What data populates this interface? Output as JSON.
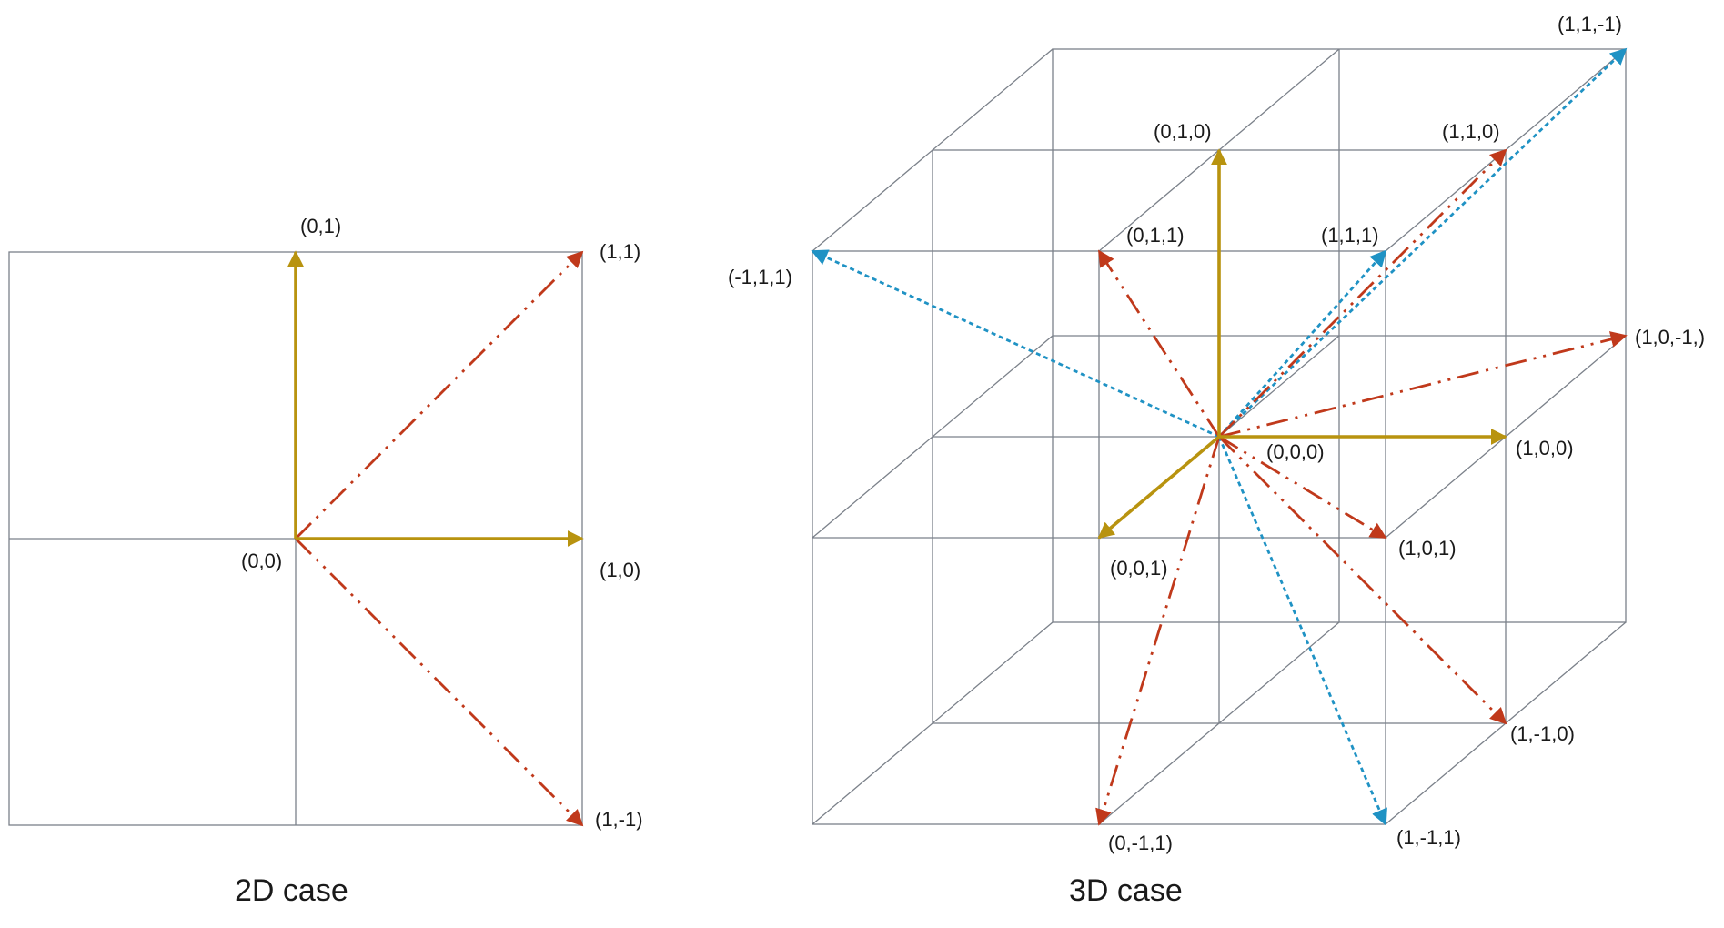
{
  "colors": {
    "axis": "#b8930f",
    "face_diagonal": "#c0391b",
    "cube_diagonal": "#1f92c4",
    "grid": "#7b818a"
  },
  "panel_2d": {
    "caption": "2D case",
    "labels": {
      "origin": "(0,0)",
      "v_0_1": "(0,1)",
      "v_1_0": "(1,0)",
      "v_1_1": "(1,1)",
      "v_1_m1": "(1,-1)"
    }
  },
  "panel_3d": {
    "caption": "3D case",
    "labels": {
      "origin": "(0,0,0)",
      "v_0_1_0": "(0,1,0)",
      "v_1_0_0": "(1,0,0)",
      "v_0_0_1": "(0,0,1)",
      "v_1_1_0": "(1,1,0)",
      "v_0_1_1": "(0,1,1)",
      "v_1_0_1": "(1,0,1)",
      "v_1_m1_0": "(1,-1,0)",
      "v_0_m1_1": "(0,-1,1)",
      "v_1_0_m1": "(1,0,-1,)",
      "v_1_1_1": "(1,1,1)",
      "v_1_1_m1": "(1,1,-1)",
      "v_m1_1_1": "(-1,1,1)",
      "v_1_m1_1": "(1,-1,1)"
    }
  }
}
